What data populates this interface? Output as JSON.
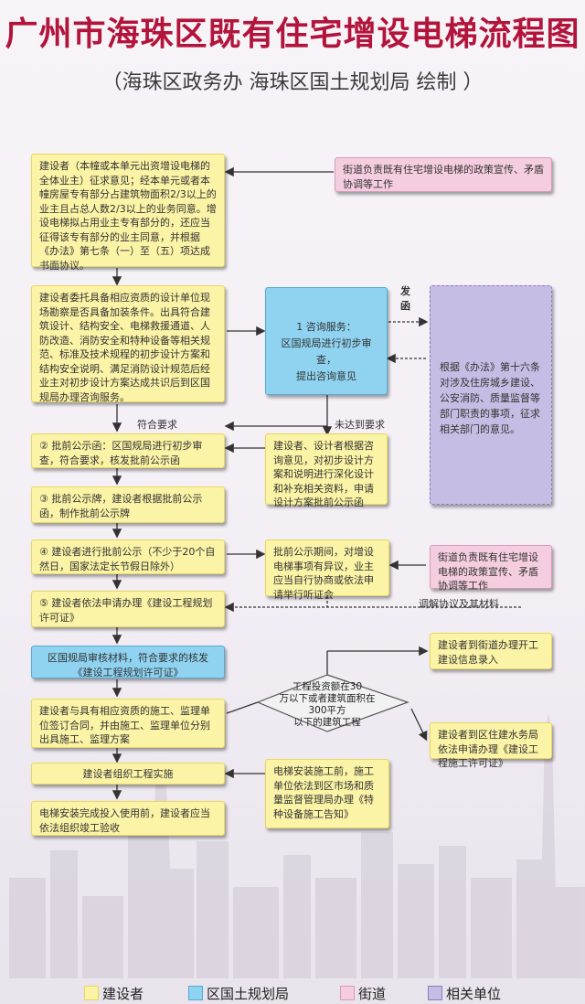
{
  "title": "广州市海珠区既有住宅增设电梯流程图",
  "subtitle": "（海珠区政务办 海珠区国土规划局 绘制 ）",
  "boxes": {
    "b1": "建设者（本幢或本单元出资增设电梯的全体业主）征求意见；经本单元或者本幢房屋专有部分占建筑物面积2/3以上的业主且占总人数2/3以上的业务同意。增设电梯拟占用业主专有部分的，还应当征得该专有部分的业主同意，并根据《办法》第七条（一）至（五）项达成书面协议。",
    "b1_street": "街道负责既有住宅增设电梯的政策宣传、矛盾协调等工作",
    "b2": "建设者委托具备相应资质的设计单位现场勘察是否具备加装条件。出具符合建筑设计、结构安全、电梯救援通道、人防改造、消防安全和特种设备等相关规范、标准及技术规程的初步设计方案和结构安全说明、满足消防设计规范后经业主对初步设计方案达成共识后到区国规局办理咨询服务。",
    "b2_consult": "1 咨询服务：\n区国规局进行初步审查，\n提出咨询意见",
    "b2_related": "根据《办法》第十六条对涉及住房城乡建设、公安消防、质量监督等部门职责的事项，征求相关部门的意见。",
    "b3": "② 批前公示函：区国规局进行初步审查，符合要求，核发批前公示函",
    "b3_revise": "建设者、设计者根据咨询意见，对初步设计方案和说明进行深化设计和补充相关资料，申请设计方案批前公示函",
    "b4": "③ 批前公示牌，建设者根据批前公示函，制作批前公示牌",
    "b5": "④ 建设者进行批前公示（不少于20个自然日，国家法定长节假日除外）",
    "b5_objection": "批前公示期间，对增设电梯事项有异议，业主应当自行协商或依法申请举行听证会",
    "b5_street": "街道负责既有住宅增设电梯的政策宣传、矛盾协调等工作",
    "b6": "⑤ 建设者依法申请办理《建设工程规划许可证》",
    "b7": "区国规局审核材料，符合要求的核发《建设工程规划许可证》",
    "b7_street": "建设者到街道办理开工建设信息录入",
    "diamond": "工程投资额在30\n万以下或者建筑面积在300平方\n以下的建筑工程",
    "b8": "建设者与具有相应资质的施工、监理单位签订合同，并由施工、监理单位分别出具施工、监理方案",
    "b8_permit": "建设者到区住建水务局依法申请办理《建设工程施工许可证》",
    "b9": "建设者组织工程实施",
    "b9_notice": "电梯安装施工前，施工单位依法到区市场和质量监督管理局办理《特种设备施工告知》",
    "b10": "电梯安装完成投入使用前，建设者应当依法组织竣工验收"
  },
  "labels": {
    "fahan": "发\n函",
    "meets": "符合要求",
    "not_meets": "未达到要求",
    "mediation": "调解协议及其材料"
  },
  "legend": [
    {
      "label": "建设者",
      "color": "#fbf3a6"
    },
    {
      "label": "区国土规划局",
      "color": "#8fd3f1"
    },
    {
      "label": "街道",
      "color": "#f5cde0"
    },
    {
      "label": "相关单位",
      "color": "#c7bde4"
    }
  ]
}
